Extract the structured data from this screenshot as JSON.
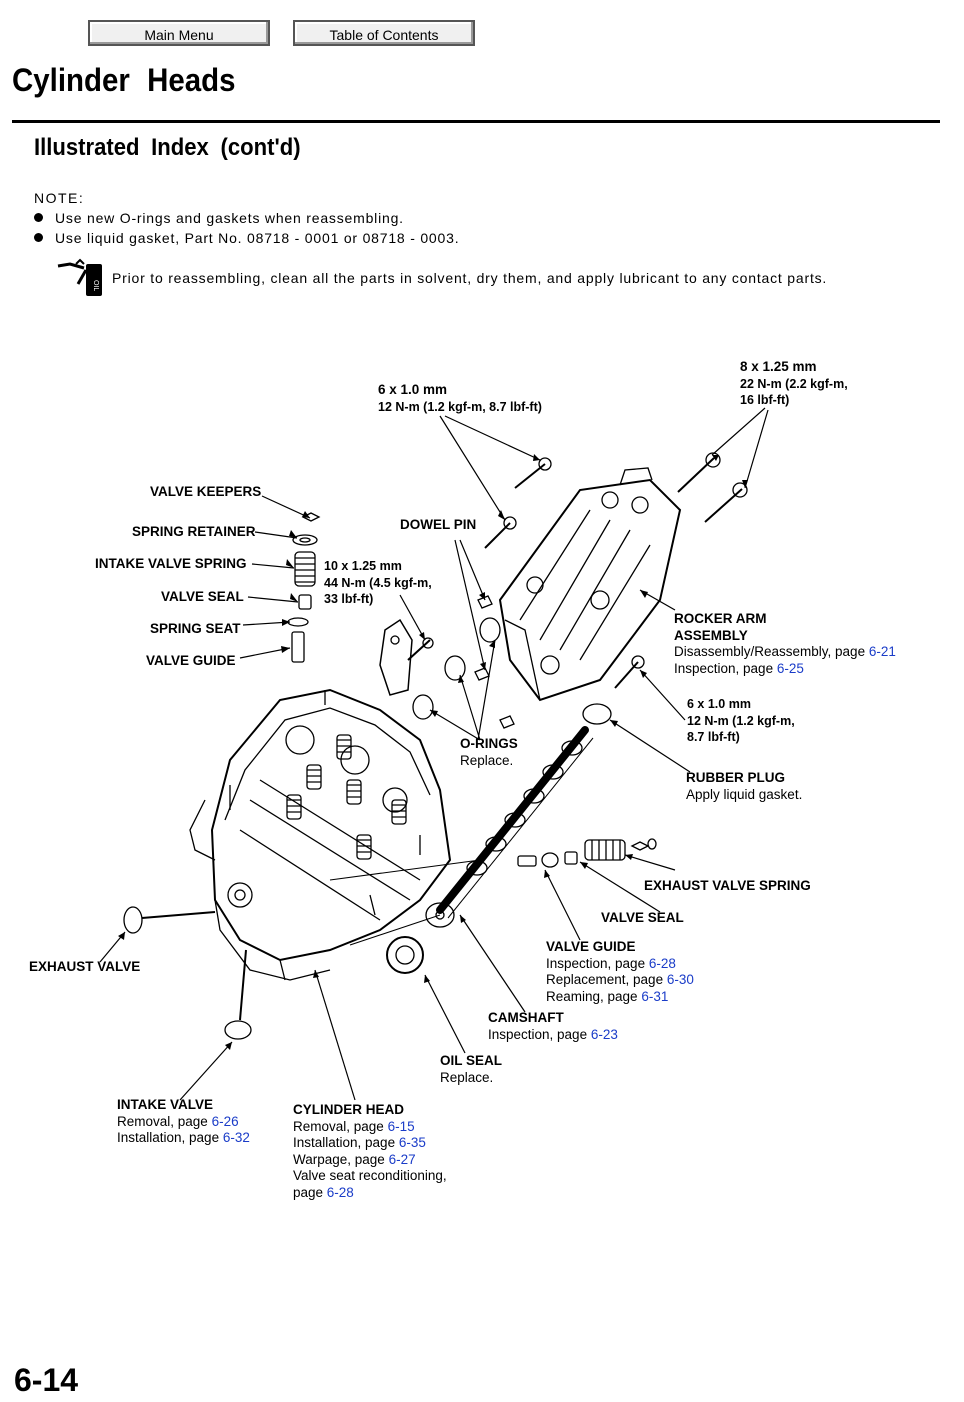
{
  "nav": {
    "main_menu": "Main Menu",
    "toc": "Table of Contents"
  },
  "title": "Cylinder Heads",
  "subtitle": "Illustrated Index (cont'd)",
  "note": {
    "heading": "NOTE:",
    "bullets": [
      "Use new O-rings and gaskets when reassembling.",
      "Use liquid gasket, Part No. 08718 - 0001 or 08718 - 0003."
    ],
    "oil_text": "Prior to reassembling, clean all the parts in solvent, dry them, and apply lubricant to any contact parts.",
    "oil_icon_text": "OIL"
  },
  "labels": {
    "bolt_6x10_top": {
      "size": "6 x 1.0 mm",
      "torque": "12 N-m (1.2 kgf-m, 8.7 lbf-ft)"
    },
    "bolt_8x125": {
      "size": "8 x 1.25 mm",
      "torque1": "22 N-m (2.2 kgf-m,",
      "torque2": "16 lbf-ft)"
    },
    "valve_keepers": "VALVE KEEPERS",
    "spring_retainer": "SPRING RETAINER",
    "intake_valve_spring": "INTAKE VALVE SPRING",
    "valve_seal_left": "VALVE SEAL",
    "spring_seat": "SPRING SEAT",
    "valve_guide_left": "VALVE GUIDE",
    "dowel_pin": "DOWEL PIN",
    "bolt_10x125": {
      "size": "10 x 1.25 mm",
      "torque1": "44 N-m (4.5 kgf-m,",
      "torque2": "33 lbf-ft)"
    },
    "rocker_arm": {
      "title1": "ROCKER ARM",
      "title2": "ASSEMBLY",
      "line1": "Disassembly/Reassembly, page ",
      "page1": "6-21",
      "line2": "Inspection, page ",
      "page2": "6-25"
    },
    "bolt_6x10_right": {
      "size": "6 x 1.0 mm",
      "torque1": "12 N-m (1.2 kgf-m,",
      "torque2": "8.7 lbf-ft)"
    },
    "o_rings": {
      "title": "O-RINGS",
      "note": "Replace."
    },
    "rubber_plug": {
      "title": "RUBBER PLUG",
      "note": "Apply liquid gasket."
    },
    "exhaust_valve_spring": "EXHAUST VALVE SPRING",
    "valve_seal_right": "VALVE SEAL",
    "valve_guide_right": {
      "title": "VALVE GUIDE",
      "line1": "Inspection, page ",
      "page1": "6-28",
      "line2": "Replacement, page ",
      "page2": "6-30",
      "line3": "Reaming, page ",
      "page3": "6-31"
    },
    "exhaust_valve": "EXHAUST VALVE",
    "camshaft": {
      "title": "CAMSHAFT",
      "line1": "Inspection, page ",
      "page1": "6-23"
    },
    "oil_seal": {
      "title": "OIL SEAL",
      "note": "Replace."
    },
    "intake_valve": {
      "title": "INTAKE VALVE",
      "line1": "Removal, page ",
      "page1": "6-26",
      "line2": "Installation, page ",
      "page2": "6-32"
    },
    "cylinder_head": {
      "title": "CYLINDER HEAD",
      "line1": "Removal, page ",
      "page1": "6-15",
      "line2": "Installation, page ",
      "page2": "6-35",
      "line3": "Warpage, page ",
      "page3": "6-27",
      "line4": "Valve seat reconditioning,",
      "line5": "page ",
      "page5": "6-28"
    }
  },
  "page_number": "6-14",
  "colors": {
    "link": "#1a3cc8",
    "ink": "#000000"
  }
}
